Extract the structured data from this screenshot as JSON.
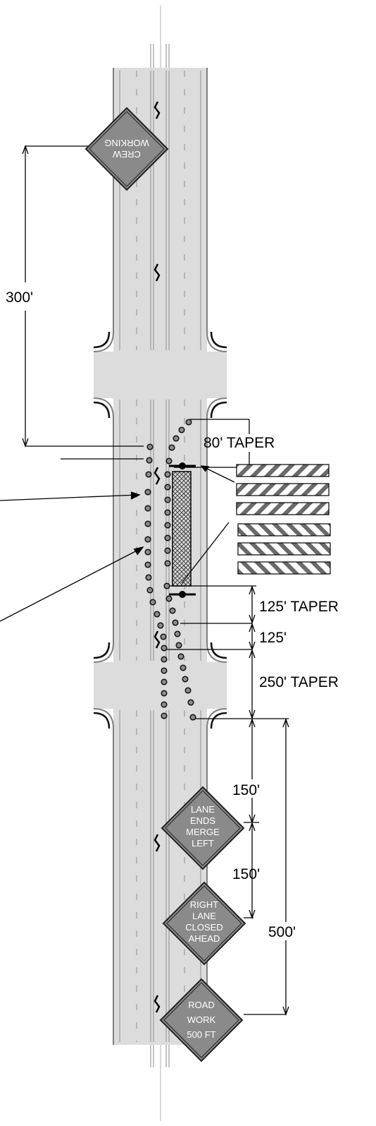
{
  "colors": {
    "road_surface": "#dcdcdc",
    "road_edge": "#7f7f7f",
    "lane_marking": "#a8a8a8",
    "sign_fill": "#8a8a8a",
    "sign_border": "#222222",
    "sign_text": "#ffffff",
    "dimension_line": "#000000",
    "barricade_stripe": "#6a6a6a",
    "work_area_hatch": "#444444"
  },
  "signs": {
    "crew_working": {
      "line1": "CREW",
      "line2": "WORKING",
      "rotated_180": true
    },
    "lane_ends": {
      "line1": "LANE",
      "line2": "ENDS",
      "line3": "MERGE",
      "line4": "LEFT"
    },
    "right_lane_closed": {
      "line1": "RIGHT",
      "line2": "LANE",
      "line3": "CLOSED",
      "line4": "AHEAD"
    },
    "road_work": {
      "line1": "ROAD",
      "line2": "WORK",
      "line3": "500 FT"
    }
  },
  "dimensions": {
    "d300": "300'",
    "taper80": "80' TAPER",
    "taper125": "125' TAPER",
    "d125": "125'",
    "taper250": "250' TAPER",
    "d150a": "150'",
    "d150b": "150'",
    "d500": "500'"
  },
  "icons": {
    "arrow": "lane-shift-arrow-icon",
    "cone": "traffic-cone-icon",
    "barricade": "barricade-icon",
    "arrow_board": "arrow-board-icon"
  }
}
